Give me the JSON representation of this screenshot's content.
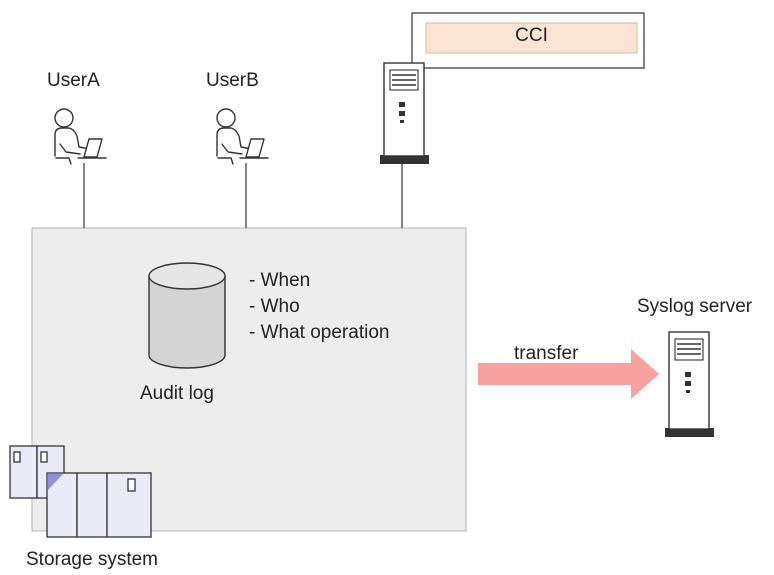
{
  "users": {
    "user_a": "UserA",
    "user_b": "UserB"
  },
  "cci_label": "CCI",
  "audit_log": {
    "label": "Audit log",
    "fields": [
      "- When",
      "- Who",
      "- What operation"
    ]
  },
  "transfer_label": "transfer",
  "syslog_server_label": "Syslog server",
  "storage_system_label": "Storage system",
  "colors": {
    "storage_area_fill": "#ededed",
    "arrow": "#f7a1a1",
    "cci_box_fill": "#fbe4d3",
    "device_fill": "#ebebf7",
    "device_accent": "#8f8fd6"
  }
}
